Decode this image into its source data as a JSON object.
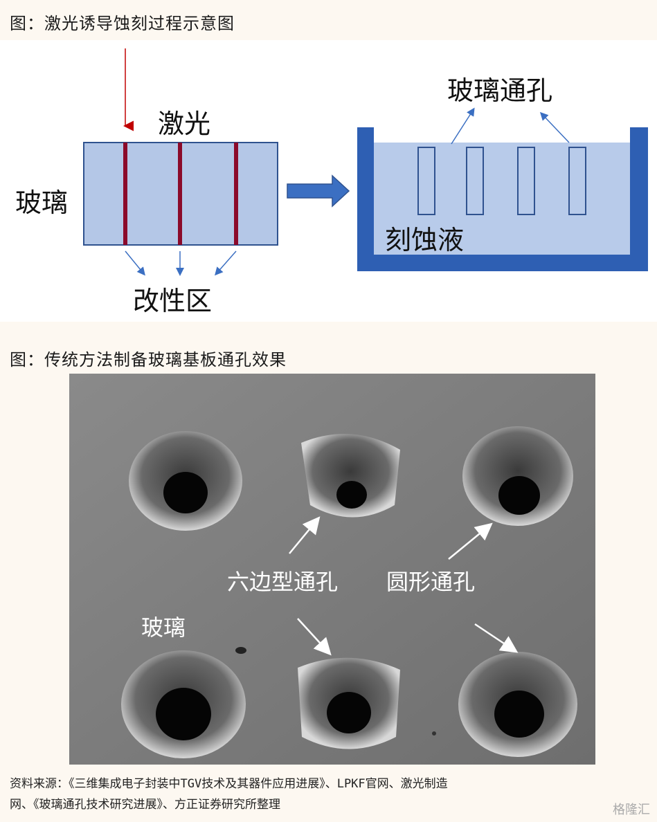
{
  "figure1": {
    "title": "图：激光诱导蚀刻过程示意图",
    "label_laser": "激光",
    "label_glass": "玻璃",
    "label_modified": "改性区",
    "label_via": "玻璃通孔",
    "label_etchant": "刻蚀液",
    "colors": {
      "glass": "#b4c7e7",
      "border": "#2f528f",
      "line": "#8b0a2a",
      "arrow": "#c00000",
      "tank": "#2e5fb3",
      "liquid": "#b8cbea"
    }
  },
  "figure2": {
    "title": "图：传统方法制备玻璃基板通孔效果",
    "label_hex": "六边型通孔",
    "label_round": "圆形通孔",
    "label_glass": "玻璃"
  },
  "source": {
    "line1": "资料来源：《三维集成电子封装中TGV技术及其器件应用进展》、LPKF官网、激光制造",
    "line2": "网、《玻璃通孔技术研究进展》、方正证券研究所整理"
  },
  "watermark": "格隆汇"
}
